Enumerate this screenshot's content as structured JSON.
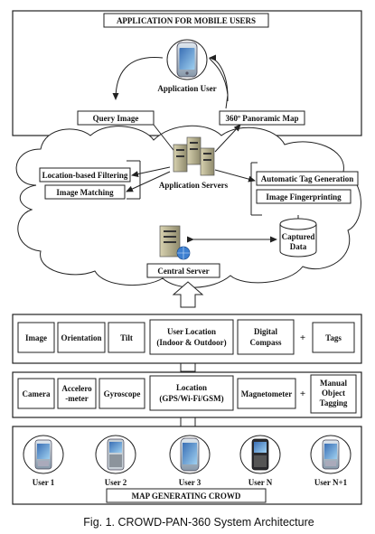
{
  "top_banner": "APPLICATION FOR MOBILE USERS",
  "application_user_label": "Application User",
  "query_image": "Query Image",
  "panoramic_map": "360º Panoramic Map",
  "location_filtering": "Location-based Filtering",
  "image_matching": "Image Matching",
  "application_servers": "Application Servers",
  "auto_tag": "Automatic Tag Generation",
  "image_fingerprinting": "Image Fingerprinting",
  "captured_data": [
    "Captured",
    "Data"
  ],
  "central_server": "Central Server",
  "output_row": {
    "image": "Image",
    "orientation": "Orientation",
    "tilt": "Tilt",
    "user_location": [
      "User Location",
      "(Indoor & Outdoor)"
    ],
    "digital_compass": [
      "Digital",
      "Compass"
    ],
    "plus": "+",
    "tags": "Tags"
  },
  "sensor_row": {
    "camera": "Camera",
    "accelerometer": [
      "Accelero",
      "-meter"
    ],
    "gyroscope": "Gyroscope",
    "location": [
      "Location",
      "(GPS/Wi-Fi/GSM)"
    ],
    "magnetometer": "Magnetometer",
    "plus": "+",
    "manual_tagging": [
      "Manual",
      "Object",
      "Tagging"
    ]
  },
  "users": [
    "User 1",
    "User 2",
    "User 3",
    "User N",
    "User N+1"
  ],
  "bottom_banner": "MAP GENERATING CROWD",
  "caption": "Fig. 1. CROWD-PAN-360 System Architecture"
}
